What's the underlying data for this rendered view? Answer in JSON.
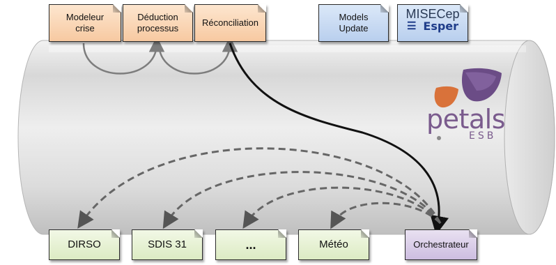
{
  "top_services": [
    {
      "label": "Modeleur\ncrise"
    },
    {
      "label": "Déduction\nprocessus"
    },
    {
      "label": "Réconciliation"
    }
  ],
  "models_update": {
    "label": "Models\nUpdate"
  },
  "misecep": {
    "title": "MISECep",
    "esper_icon": "esper-icon",
    "esper_label": "Esper"
  },
  "bottom_services": [
    {
      "label": "DIRSO"
    },
    {
      "label": "SDIS 31"
    },
    {
      "label": "..."
    },
    {
      "label": "Météo"
    }
  ],
  "orchestrator": {
    "label": "Orchestrateur"
  },
  "logo": {
    "name": "petals",
    "sub": "ESB"
  },
  "colors": {
    "orange_box": "#f7c9a1",
    "blue_box": "#b9cfee",
    "green_box": "#dcebc3",
    "purple_box": "#cdbde0",
    "petals_purple": "#7a5b8d",
    "petals_orange": "#d9723a",
    "arrow_solid": "#111111",
    "arrow_dashed": "#555555"
  }
}
